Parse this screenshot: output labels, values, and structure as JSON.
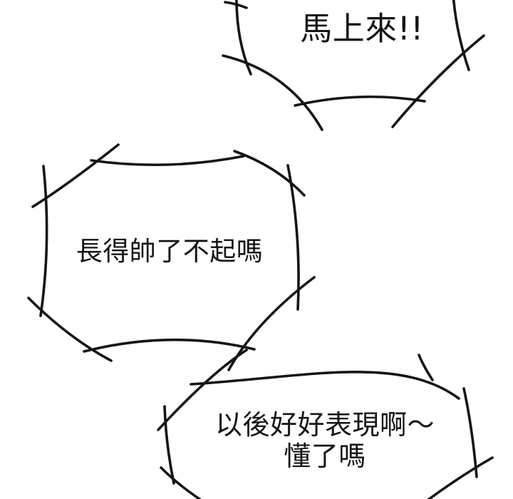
{
  "colors": {
    "background": "#ffffff",
    "ink": "#151515"
  },
  "bubbles": {
    "top": {
      "text": "馬上來!!"
    },
    "middle": {
      "text": "長得帥了不起嗎"
    },
    "bottom": {
      "line1": "以後好好表現啊～",
      "line2": "懂了嗎"
    }
  }
}
